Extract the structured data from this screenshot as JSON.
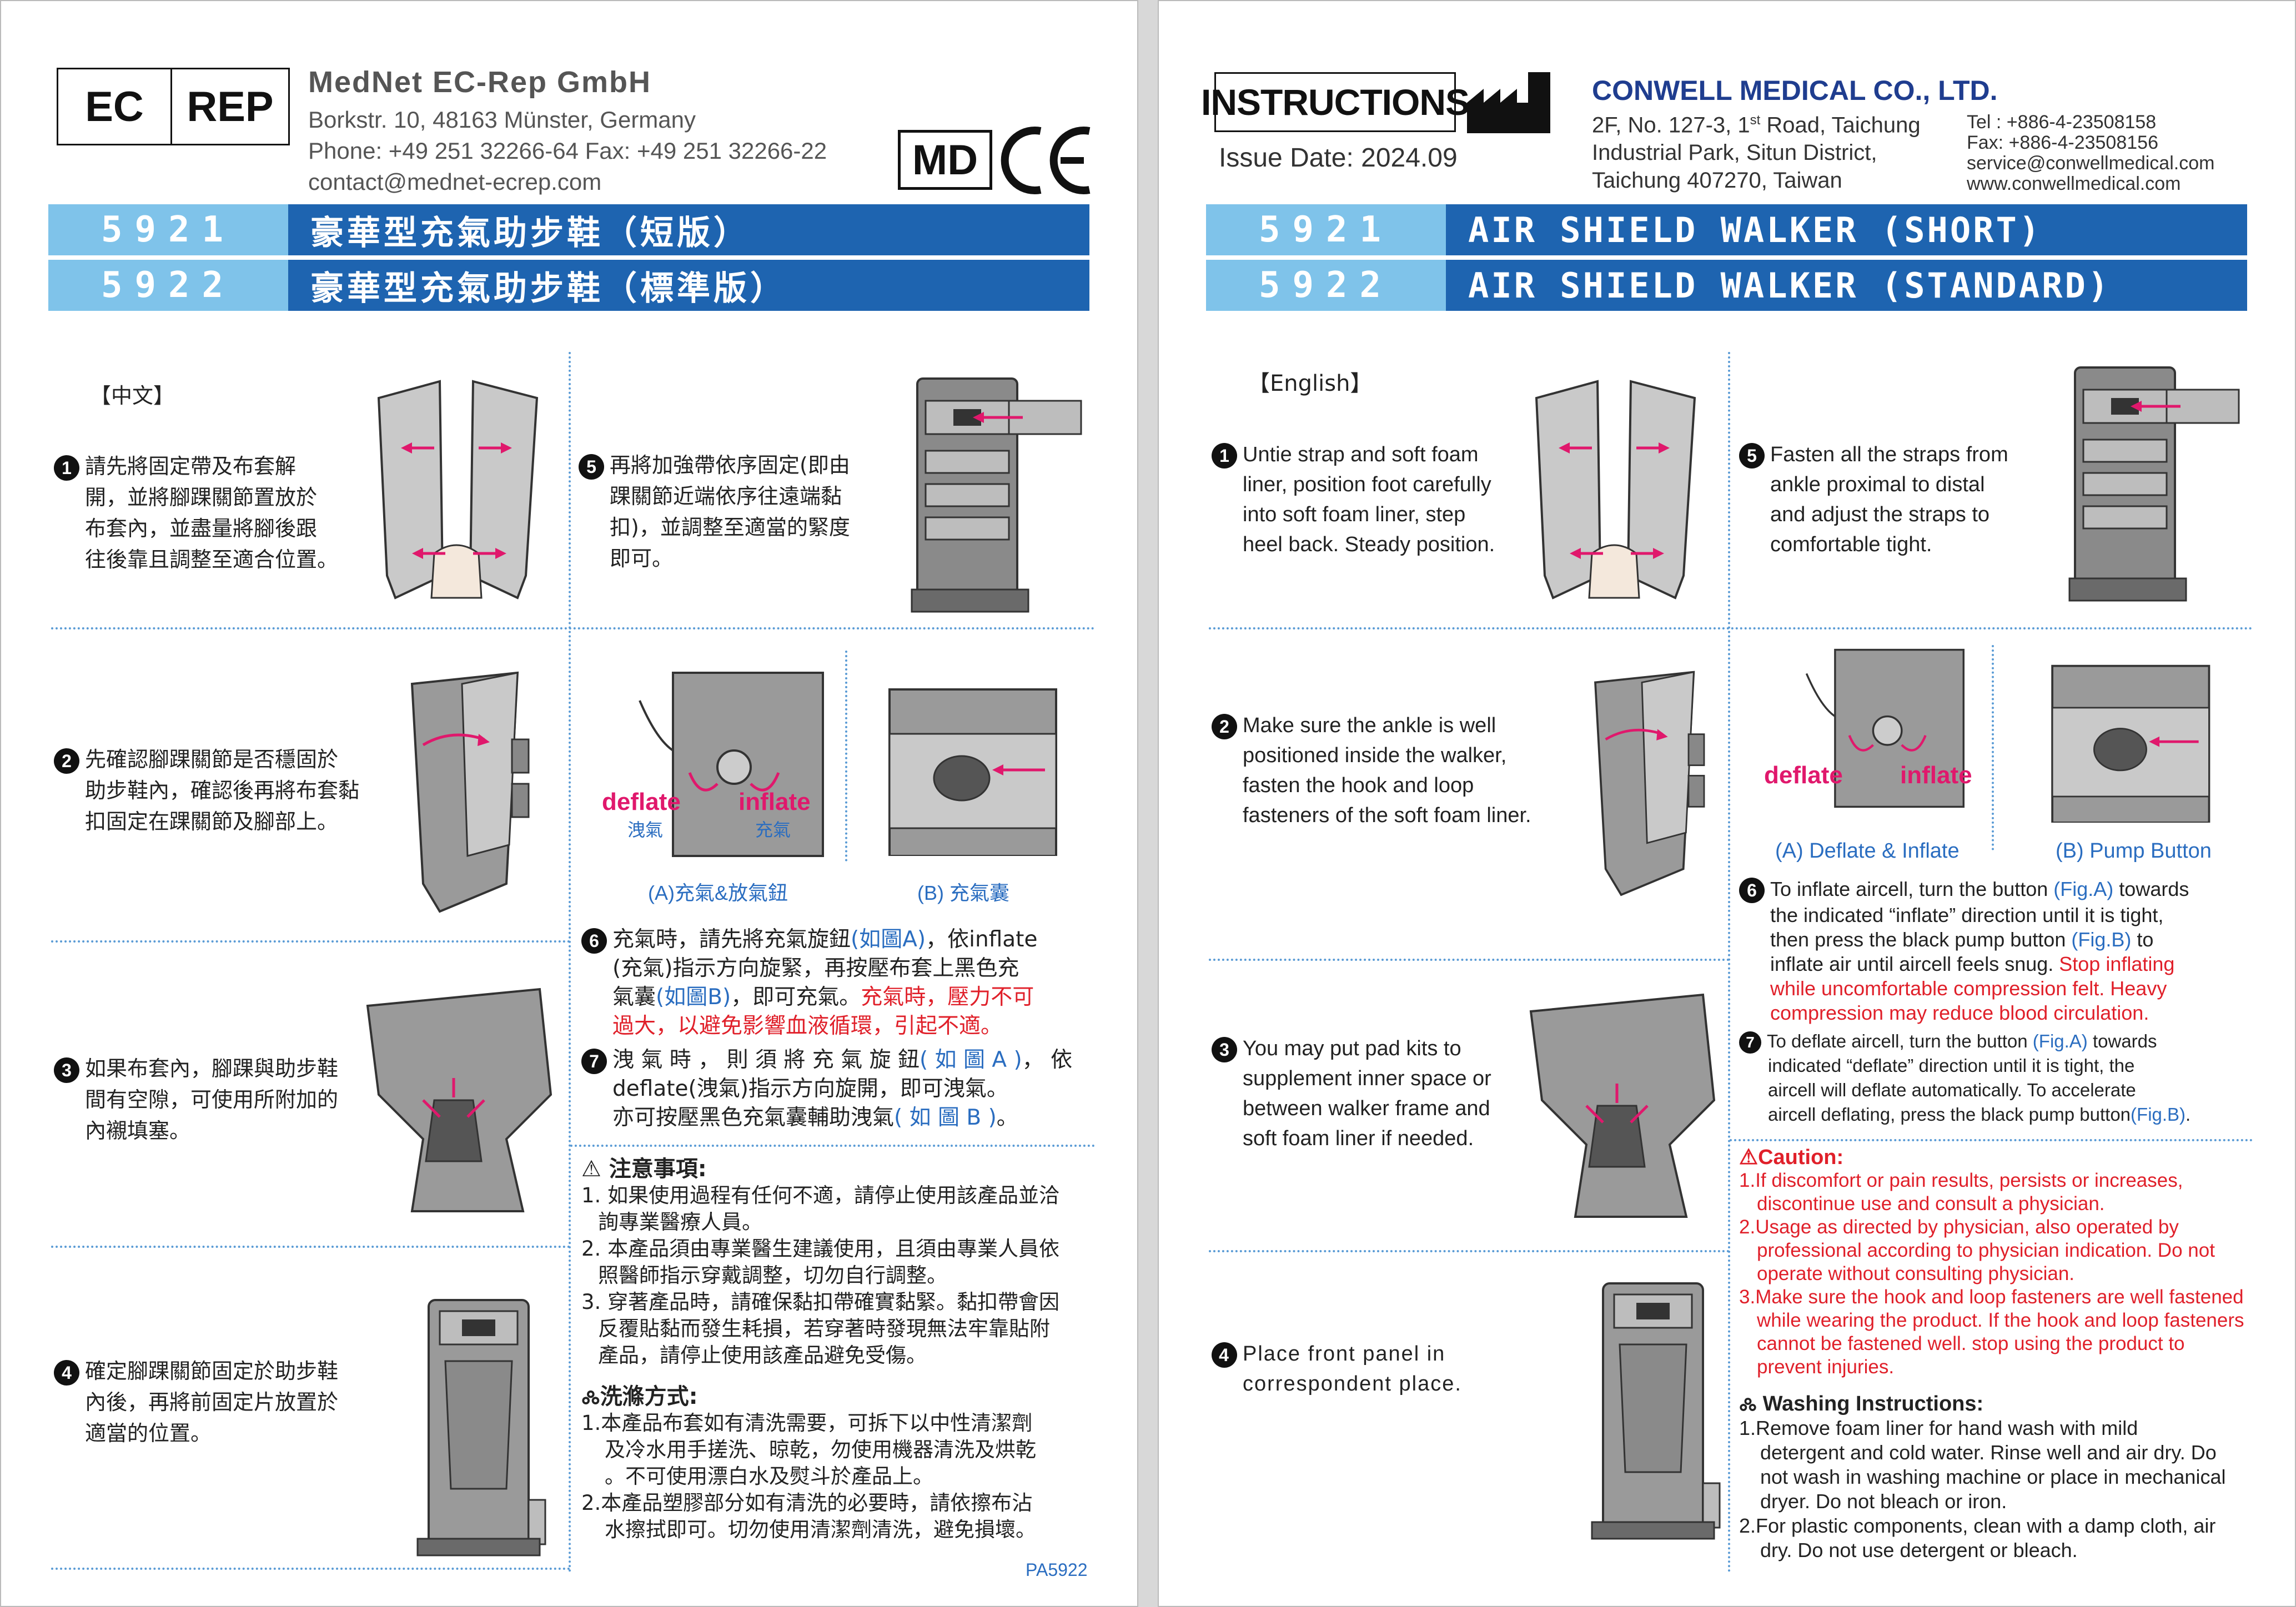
{
  "left": {
    "ec": "EC",
    "rep": "REP",
    "rep_company": "MedNet EC-Rep GmbH",
    "rep_address": "Borkstr. 10, 48163 Münster, Germany",
    "rep_phone": "Phone: +49 251 32266-64  Fax: +49 251 32266-22",
    "rep_email": "contact@mednet-ecrep.com",
    "md": "MD",
    "ce": "CE",
    "band1_code": "5921",
    "band1_name": "豪華型充氣助步鞋（短版）",
    "band2_code": "5922",
    "band2_name": "豪華型充氣助步鞋（標準版）",
    "lang": "【中文】",
    "step1_num": "1",
    "step1": [
      "請先將固定帶及布套解",
      "開，並將腳踝關節置放於",
      "布套內，並盡量將腳後跟",
      "往後靠且調整至適合位置。"
    ],
    "step5_num": "5",
    "step5": [
      "再將加強帶依序固定(即由",
      "踝關節近端依序往遠端黏",
      "扣)，並調整至適當的緊度",
      "即可。"
    ],
    "step2_num": "2",
    "step2": [
      "先確認腳踝關節是否穩固於",
      "助步鞋內，確認後再將布套黏",
      "扣固定在踝關節及腳部上。"
    ],
    "deflate": "deflate",
    "deflate_zh": "洩氣",
    "inflate": "inflate",
    "inflate_zh": "充氣",
    "capA": "(A)充氣&放氣鈕",
    "capB": "(B) 充氣囊",
    "step6_num": "6",
    "step6_a": "充氣時，請先將充氣旋鈕",
    "step6_a_blue": "(如圖A)",
    "step6_a2": "，依inflate",
    "step6_b": "(充氣)指示方向旋緊，再按壓布套上黑色充",
    "step6_c1": "氣囊",
    "step6_c_blue": "(如圖B)",
    "step6_c2": "，即可充氣。",
    "step6_c_red": "充氣時，壓力不可",
    "step6_d_red": "過大，以避免影響血液循環，引起不適。",
    "step7_num": "7",
    "step7_a": "洩 氣 時 ， 則 須 將 充 氣 旋 鈕",
    "step7_a_blue": "( 如 圖 A )",
    "step7_a2": "， 依",
    "step7_b": "deflate(洩氣)指示方向旋開，即可洩氣。",
    "step7_c": "亦可按壓黑色充氣囊輔助洩氣",
    "step7_c_blue": "( 如 圖 B )",
    "step7_c2": "。",
    "step3_num": "3",
    "step3": [
      "如果布套內，腳踝與助步鞋",
      "間有空隙，可使用所附加的",
      "內襯填塞。"
    ],
    "warn_title": "注意事項:",
    "warn": [
      "1. 如果使用過程有任何不適，請停止使用該產品並洽",
      "詢專業醫療人員。",
      "2. 本產品須由專業醫生建議使用，且須由專業人員依",
      "照醫師指示穿戴調整，切勿自行調整。",
      "3. 穿著產品時，請確保黏扣帶確實黏緊。黏扣帶會因",
      "反覆貼黏而發生耗損，若穿著時發現無法牢靠貼附",
      "產品，請停止使用該產品避免受傷。"
    ],
    "wash_title": "洗滌方式:",
    "wash": [
      "1.本產品布套如有清洗需要，可拆下以中性清潔劑",
      "及冷水用手搓洗、晾乾，勿使用機器清洗及烘乾",
      "。不可使用漂白水及熨斗於產品上。",
      "2.本產品塑膠部分如有清洗的必要時，請依擦布沾",
      "水擦拭即可。切勿使用清潔劑清洗，避免損壞。"
    ],
    "step4_num": "4",
    "step4": [
      "確定腳踝關節固定於助步鞋",
      "內後，再將前固定片放置於",
      "適當的位置。"
    ],
    "part_code": "PA5922"
  },
  "right": {
    "instructions": "INSTRUCTIONS",
    "issue_date": "Issue Date: 2024.09",
    "company": "CONWELL MEDICAL CO., LTD.",
    "addr1": "2F, No. 127-3, 1",
    "addr1_sup": "st",
    "addr1b": " Road, Taichung",
    "addr2": "Industrial Park, Situn District,",
    "addr3": "Taichung 407270, Taiwan",
    "tel": "Tel : +886-4-23508158",
    "fax": "Fax: +886-4-23508156",
    "email": "service@conwellmedical.com",
    "web": "www.conwellmedical.com",
    "band1_code": "5921",
    "band1_name": "AIR SHIELD WALKER (SHORT)",
    "band2_code": "5922",
    "band2_name": "AIR SHIELD WALKER (STANDARD)",
    "lang": "【English】",
    "step1_num": "1",
    "step1": [
      "Untie strap and soft foam",
      "liner, position foot carefully",
      "into soft foam liner, step",
      "heel back. Steady position."
    ],
    "step5_num": "5",
    "step5": [
      "Fasten all the straps from",
      "ankle proximal to distal",
      "and adjust the straps to",
      "comfortable tight."
    ],
    "step2_num": "2",
    "step2": [
      "Make sure the ankle is well",
      "positioned inside the walker,",
      "fasten the hook and loop",
      "fasteners of the soft foam liner."
    ],
    "deflate": "deflate",
    "inflate": "inflate",
    "capA": "(A) Deflate & Inflate",
    "capB": "(B) Pump Button",
    "step6_num": "6",
    "step6_1a": "To inflate aircell, turn the button ",
    "step6_1b": "(Fig.A)",
    "step6_1c": " towards",
    "step6_2": "the indicated “inflate” direction until it is tight,",
    "step6_3a": "then press the black pump button ",
    "step6_3b": "(Fig.B)",
    "step6_3c": " to",
    "step6_4a": "inflate air until aircell feels snug. ",
    "step6_4b": "Stop inflating",
    "step6_5": "while uncomfortable compression felt. Heavy",
    "step6_6": "compression may reduce blood circulation.",
    "step7_num": "7",
    "step7_1a": "To deflate aircell, turn the button ",
    "step7_1b": "(Fig.A)",
    "step7_1c": " towards",
    "step7_2": "indicated “deflate” direction until it is tight, the",
    "step7_3": "aircell will deflate automatically. To accelerate",
    "step7_4a": "aircell deflating, press the black pump button",
    "step7_4b": "(Fig.B)",
    "step7_4c": ".",
    "step3_num": "3",
    "step3": [
      "You may put pad kits to",
      "supplement inner space or",
      "between walker frame and",
      "soft foam liner if needed."
    ],
    "caution_title": "Caution:",
    "caution": [
      "1.If  discomfort  or  pain  results,  persists  or  increases,",
      "discontinue use and consult a physician.",
      "2.Usage  as  directed  by  physician,  also  operated  by",
      "professional   according to physician indication. Do not",
      "operate without consulting physician.",
      "3.Make sure the hook and loop fasteners are well fastened",
      "while wearing the product. If the hook and loop fasteners",
      "cannot  be  fastened  well.  stop  using  the  product  to",
      "prevent injuries."
    ],
    "wash_title": "Washing Instructions:",
    "wash": [
      "1.Remove  foam  liner  for  hand  wash  with  mild",
      "detergent and cold water. Rinse well and air dry. Do",
      "not wash in washing machine or place in mechanical",
      "dryer. Do not bleach or iron.",
      "2.For plastic components, clean with a damp cloth, air",
      "dry. Do not use detergent or bleach."
    ],
    "step4_num": "4",
    "step4": [
      "Place front panel in",
      "correspondent place."
    ]
  },
  "colors": {
    "band_light": "#7fc3ea",
    "band_dark": "#1e64b0",
    "warning": "#e0202a",
    "accent_blue": "#2a6dc0",
    "pink": "#e0186c"
  }
}
